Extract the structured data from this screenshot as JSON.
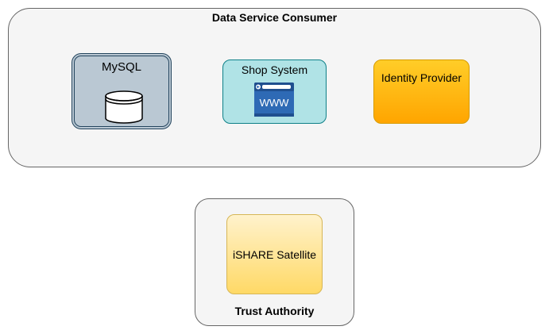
{
  "groups": {
    "consumer": {
      "title": "Data Service Consumer"
    },
    "trust": {
      "title": "Trust Authority"
    }
  },
  "nodes": {
    "mysql": {
      "label": "MySQL",
      "icon": "database-icon"
    },
    "shop": {
      "label": "Shop System",
      "icon": "www-browser-icon",
      "icon_text": "WWW"
    },
    "idp": {
      "label": "Identity Provider"
    },
    "ishare": {
      "label": "iSHARE Satellite"
    }
  },
  "colors": {
    "group_fill": "#f5f5f5",
    "mysql_fill": "#bac8d3",
    "shop_fill": "#b0e3e6",
    "idp_fill": "#ffb70f",
    "ishare_fill": "#ffe699"
  }
}
